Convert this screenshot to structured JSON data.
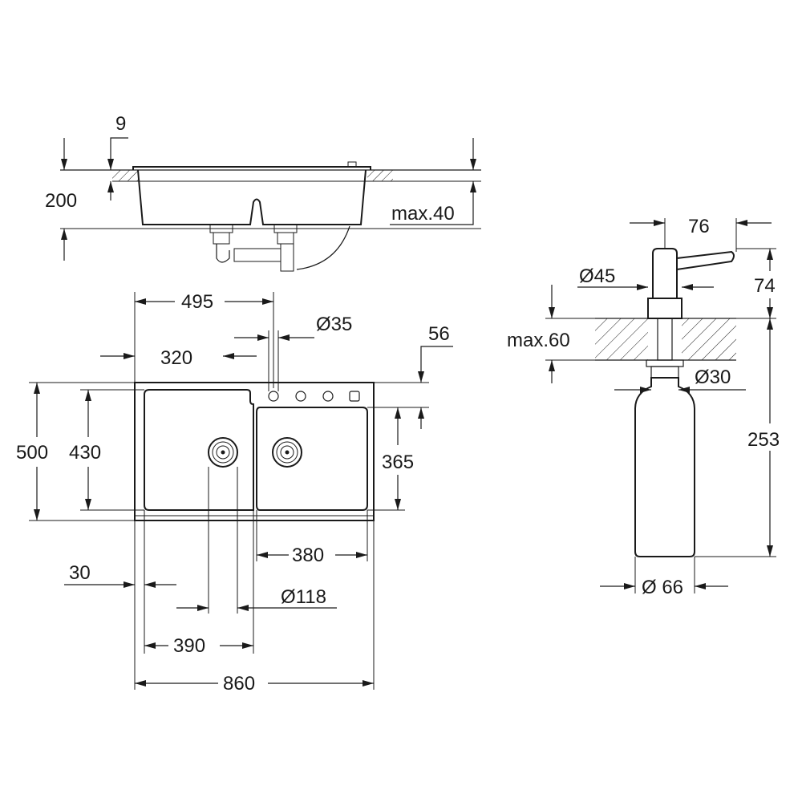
{
  "side_view": {
    "dim_rim": "9",
    "dim_depth": "200",
    "dim_worktop": "max.40"
  },
  "plan_view": {
    "dim_495": "495",
    "dim_320": "320",
    "dim_tap_hole": "Ø35",
    "dim_56": "56",
    "dim_500": "500",
    "dim_430": "430",
    "dim_365": "365",
    "dim_380": "380",
    "dim_30": "30",
    "dim_waste": "Ø118",
    "dim_390": "390",
    "dim_860": "860"
  },
  "dispenser": {
    "dim_spout": "76",
    "dim_head": "Ø45",
    "dim_head_height": "74",
    "dim_worktop": "max.60",
    "dim_hole": "Ø30",
    "dim_below": "253",
    "dim_bottle": "Ø 66"
  }
}
